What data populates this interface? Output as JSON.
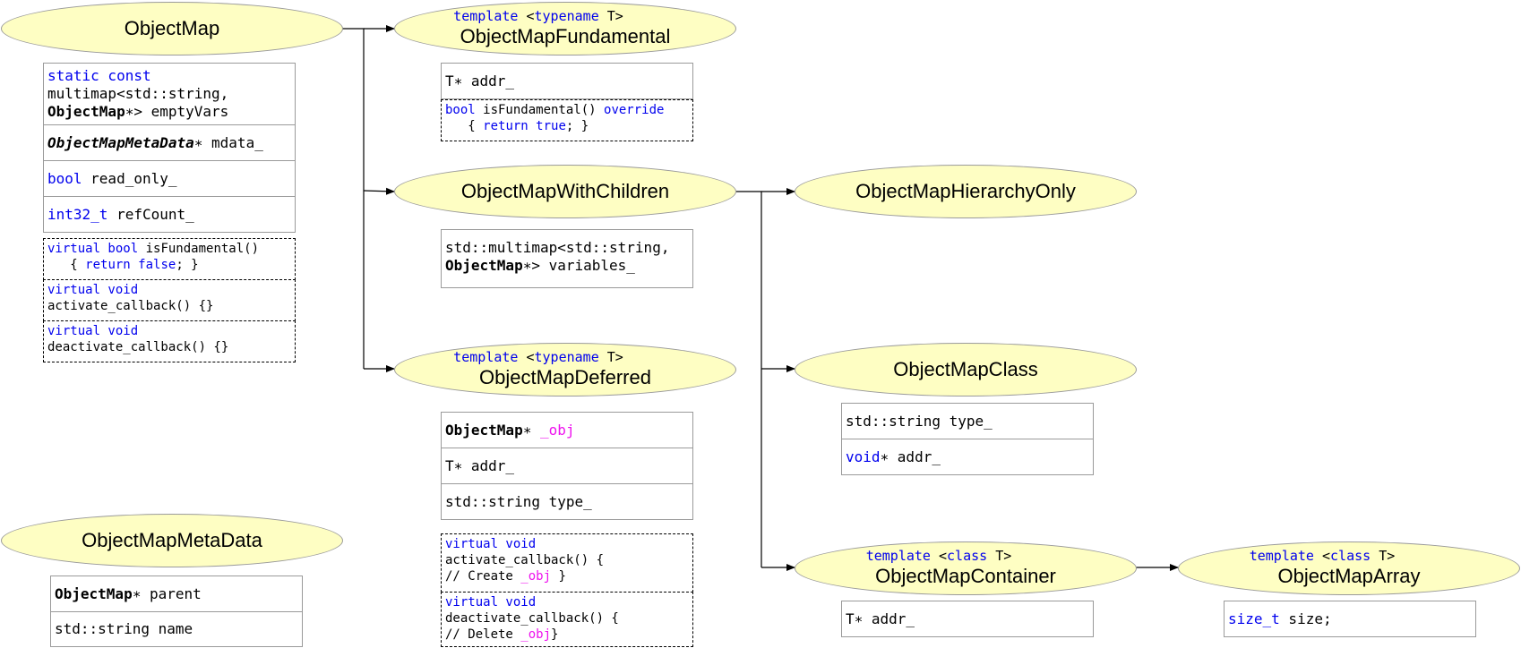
{
  "nodes": {
    "object_map": {
      "title": "ObjectMap"
    },
    "fundamental": {
      "tmpl_kw1": "template",
      "tmpl_lt": " <",
      "tmpl_kw2": "typename",
      "tmpl_rest": " T>",
      "title": "ObjectMapFundamental"
    },
    "with_children": {
      "title": "ObjectMapWithChildren"
    },
    "deferred": {
      "tmpl_kw1": "template",
      "tmpl_lt": " <",
      "tmpl_kw2": "typename",
      "tmpl_rest": " T>",
      "title": "ObjectMapDeferred"
    },
    "meta_data": {
      "title": "ObjectMapMetaData"
    },
    "hierarchy_only": {
      "title": "ObjectMapHierarchyOnly"
    },
    "class": {
      "title": "ObjectMapClass"
    },
    "container": {
      "tmpl_kw1": "template",
      "tmpl_lt": " <",
      "tmpl_kw2": "class",
      "tmpl_rest": " T>",
      "title": "ObjectMapContainer"
    },
    "array": {
      "tmpl_kw1": "template",
      "tmpl_lt": " <",
      "tmpl_kw2": "class",
      "tmpl_rest": " T>",
      "title": "ObjectMapArray"
    }
  },
  "object_map": {
    "empty_vars": {
      "kw": "static const",
      "line2": "multimap<std::string,",
      "bold": "ObjectMap",
      "rest": "∗> emptyVars"
    },
    "mdata": {
      "bold": "ObjectMapMetaData",
      "rest": "∗ mdata_"
    },
    "read_only": {
      "kw": "bool",
      "rest": " read_only_"
    },
    "ref_count": {
      "kw": "int32_t",
      "rest": " refCount_"
    },
    "is_fundamental": {
      "kw": "virtual bool",
      "rest1": " isFundamental()",
      "indent": "   { ",
      "kw2": "return false",
      "rest2": "; }"
    },
    "activate": {
      "kw": "virtual void",
      "rest": "activate_callback() {}"
    },
    "deactivate": {
      "kw": "virtual void",
      "rest": "deactivate_callback() {}"
    }
  },
  "fundamental": {
    "addr": {
      "text": "T∗ addr_"
    },
    "is_fundamental": {
      "kw": "bool",
      "rest1": " isFundamental() ",
      "kw_b": "override",
      "indent": "   { ",
      "kw2": "return true",
      "rest2": "; }"
    }
  },
  "with_children": {
    "variables": {
      "line1": "std::multimap<std::string,",
      "bold": "ObjectMap",
      "rest": "∗> variables_"
    }
  },
  "deferred": {
    "obj": {
      "bold": "ObjectMap",
      "star": "∗ ",
      "pink": "_obj"
    },
    "addr": {
      "text": "T∗ addr_"
    },
    "type": {
      "text": "std::string type_"
    },
    "activate": {
      "kw": "virtual void",
      "line2": "activate_callback() {",
      "line3a": "// Create ",
      "pink": "_obj",
      "line3b": " }"
    },
    "deactivate": {
      "kw": "virtual void",
      "line2": "deactivate_callback() {",
      "line3a": "// Delete ",
      "pink": "_obj",
      "line3b": "}"
    }
  },
  "meta_data": {
    "parent": {
      "bold": "ObjectMap",
      "rest": "∗ parent"
    },
    "name": {
      "text": "std::string name"
    }
  },
  "class": {
    "type": {
      "text": "std::string type_"
    },
    "addr": {
      "kw": "void",
      "rest": "∗ addr_"
    }
  },
  "container": {
    "addr": {
      "text": "T∗ addr_"
    }
  },
  "array": {
    "size": {
      "kw": "size_t",
      "rest": " size;"
    }
  },
  "colors": {
    "node_fill": "#fefec3",
    "keyword": "#0000ee",
    "highlight": "#ee11ee"
  }
}
